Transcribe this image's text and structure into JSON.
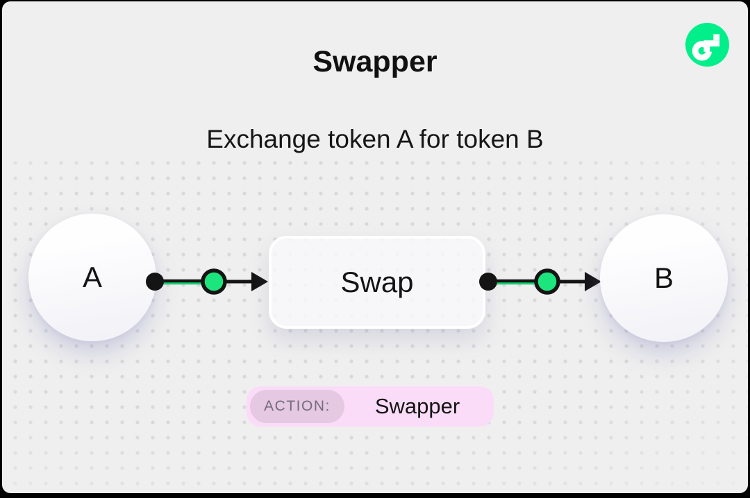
{
  "header": {
    "title": "Swapper",
    "subtitle": "Exchange token A for token B"
  },
  "logo": {
    "name": "Flow",
    "color": "#00ef8b"
  },
  "diagram": {
    "nodes": {
      "source": "A",
      "process": "Swap",
      "target": "B"
    },
    "accent_green": "#1de57e",
    "connector_color": "#141414"
  },
  "action": {
    "label": "ACTION:",
    "value": "Swapper"
  },
  "colors": {
    "card_background": "#efefef",
    "frame": "#000000",
    "dot": "#d9d9db",
    "pill_background": "#fbdcf8",
    "badge_background": "#e5c8e1",
    "badge_text": "#746d7c"
  }
}
